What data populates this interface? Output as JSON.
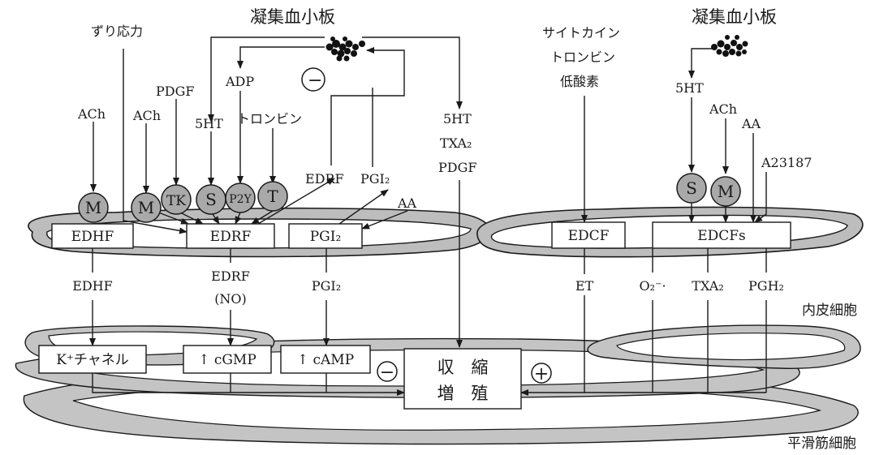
{
  "platelets": {
    "left": "凝集血小板",
    "right": "凝集血小板"
  },
  "stimuli": {
    "shear_stress": "ずり応力",
    "ach_1": "ACh",
    "ach_2": "ACh",
    "pdgf": "PDGF",
    "ht_5": "5HT",
    "adp": "ADP",
    "thrombin": "トロンビン",
    "minus_sign": "−",
    "edrf_up": "EDRF",
    "pgi2_up": "PGI₂",
    "aa_left": "AA",
    "center_column": [
      "5HT",
      "TXA₂",
      "PDGF"
    ],
    "right_stimuli": [
      "サイトカイン",
      "トロンビン",
      "低酸素"
    ],
    "ht_5_right": "5HT",
    "ach_right": "ACh",
    "aa_right": "AA",
    "a23187": "A23187"
  },
  "receptors": {
    "left": [
      "M",
      "M",
      "TK",
      "S",
      "P2Y",
      "T"
    ],
    "right": [
      "S",
      "M"
    ]
  },
  "endothelial_boxes": {
    "edhf": "EDHF",
    "edrf": "EDRF",
    "pgi2": "PGI₂",
    "edcf": "EDCF",
    "edcfs": "EDCFs"
  },
  "mediators": {
    "edhf": "EDHF",
    "edrf_line1": "EDRF",
    "edrf_line2": "(NO)",
    "pgi2": "PGI₂",
    "et": "ET",
    "o2": "O₂⁻·",
    "txa2": "TXA₂",
    "pgh2": "PGH₂"
  },
  "smooth_muscle_boxes": {
    "k_channel": "K⁺チャネル",
    "cgmp": "↑ cGMP",
    "camp": "↑ cAMP",
    "effect_line1": "収　縮",
    "effect_line2": "増　殖"
  },
  "signs": {
    "minus": "−",
    "plus": "+"
  },
  "cell_names": {
    "endothelial": "内皮細胞",
    "smooth_muscle": "平滑筋細胞"
  }
}
